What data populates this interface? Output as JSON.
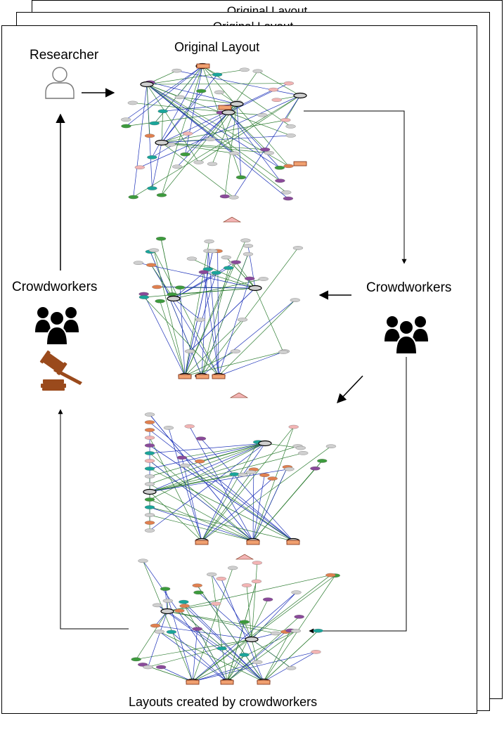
{
  "pages": {
    "back_title": "Original Layout",
    "middle_title": "Original Layout"
  },
  "main": {
    "title": "Original Layout",
    "caption": "Layouts created by crowdworkers"
  },
  "actors": {
    "researcher": "Researcher",
    "crowdworkers_left": "Crowdworkers",
    "crowdworkers_right": "Crowdworkers"
  },
  "icons": {
    "researcher": "person-outline-icon",
    "group": "group-of-people-icon",
    "gavel": "judge-gavel-icon"
  },
  "colors": {
    "edge_green": "#2e7d32",
    "edge_blue": "#1a2fb8",
    "node_grey": "#cfcfcf",
    "node_purple": "#8a4a9a",
    "node_teal": "#1aa59a",
    "node_green": "#3d9b3d",
    "node_orange": "#e08050",
    "node_pink": "#f2b4b4",
    "gavel": "#9a4a1c"
  }
}
